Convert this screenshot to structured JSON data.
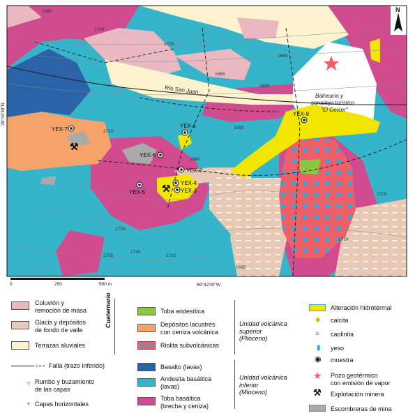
{
  "map": {
    "north_label": "N",
    "lat_label": "20°34'30\"N",
    "lon_label": "99°42'00\"W",
    "scale": {
      "ticks": [
        "0",
        "250",
        "500 m"
      ]
    },
    "river_label": "Río San Juan",
    "resort_label_1": "Balneario y",
    "resort_label_2": "complejo turístico",
    "resort_label_3": "\"El Geiser\"",
    "samples": [
      "YEX-7",
      "YEX-1",
      "YEX-6",
      "YEX-2",
      "YEX-4",
      "YEX-3",
      "YEX-5",
      "YEX-8"
    ],
    "contours": [
      "1680",
      "1740",
      "1725",
      "1665",
      "1695",
      "1680",
      "1710",
      "1695",
      "1680",
      "1725",
      "1710",
      "1755",
      "1740",
      "1725",
      "1695",
      "1710"
    ],
    "colors": {
      "coluvion": "#e9b8c0",
      "glacis": "#e8c9b5",
      "terrazas": "#fdf3cf",
      "toba_andesitica": "#8cc63f",
      "lacustre": "#f5a36a",
      "riolita": "#ef5f68",
      "riolita_marks": "#29abe2",
      "basalto": "#2b63a8",
      "andesita": "#36b4c9",
      "toba_basalica": "#d14b8f",
      "alteracion": "#f2e600",
      "escombrera": "#aaaaaa"
    }
  },
  "legend": {
    "coluvion": "Coluvión y\nremoción de masa",
    "glacis": "Glacis y depósitos\nde fondo de valle",
    "terrazas": "Terrazas aluviales",
    "cuaternario": "Cuaternario",
    "falla": "Falla (trazo inferido)",
    "rumbo": "Rumbo y buzamiento\nde las capas",
    "horizontales": "Capas horizontales",
    "toba_andesitica": "Toba andesítica",
    "lacustre": "Depósitos lacustres\ncon ceniza volcánica",
    "riolita": "Riolita subvolcánicas",
    "basalto": "Basalto (lavas)",
    "andesita": "Andesita basáltica\n(lavas)",
    "toba_basalica": "Toba basáltica\n(brecha y ceniza)",
    "unidad_superior": "Unidad volcánica\nsuperior\n(Plioceno)",
    "unidad_inferior": "Unidad volcánica\ninferior\n(Mioceno)",
    "alteracion": "Alteración hidrotermal",
    "calcita": "calcita",
    "caolinita": "caolinita",
    "yeso": "yeso",
    "muestra": "muestra",
    "pozo": "Pozo geotérmico\ncon emisión de vapor",
    "explotacion": "Explotación minera",
    "escombreras": "Escombreras de mina"
  }
}
